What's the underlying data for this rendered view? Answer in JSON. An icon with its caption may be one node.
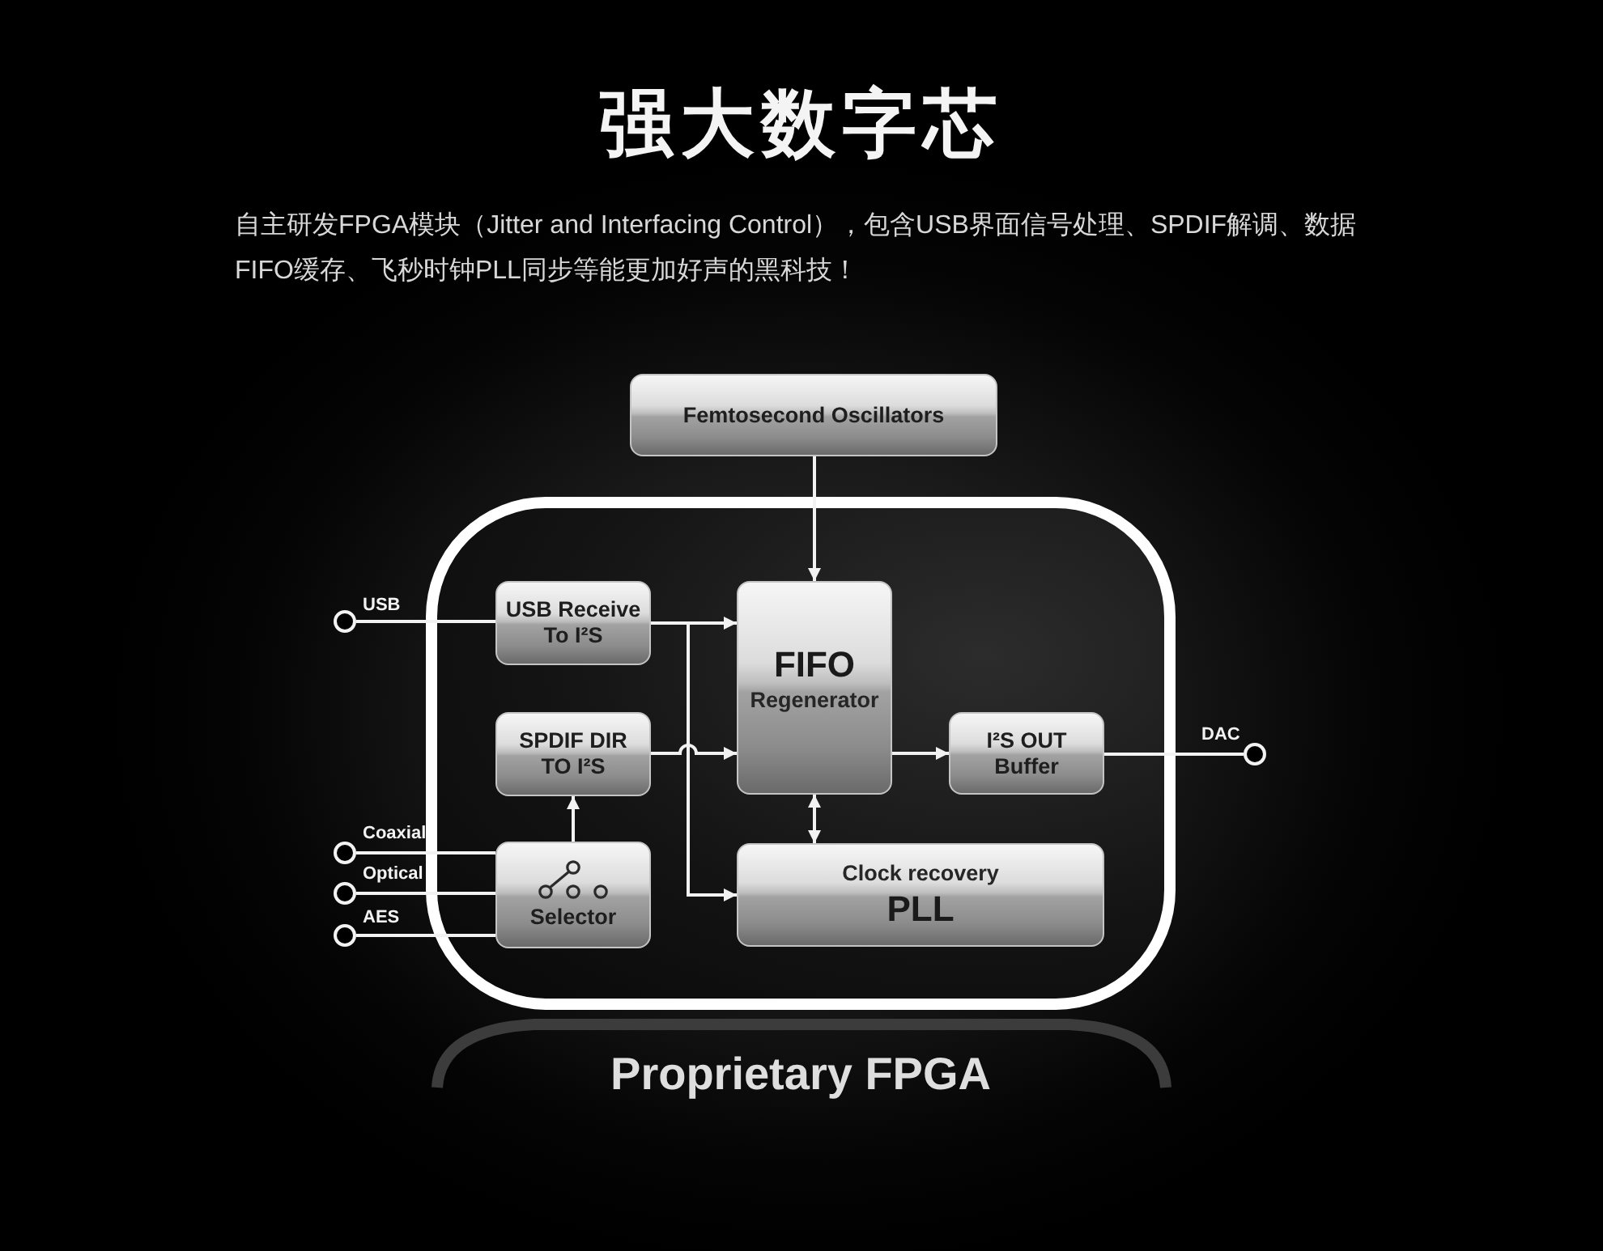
{
  "diagram": {
    "title": "强大数字芯",
    "nodes": [
      {
        "text": [
          "Femtosecond Oscillators"
        ]
      },
      {
        "text": [
          "Proprietary FPGA"
        ]
      },
      {
        "text": [],
        "shape": "circle",
        "beside": [
          "USB"
        ]
      },
      {
        "text": [
          "USB Receive To I²S"
        ],
        "in": 1
      },
      {
        "text": [
          "FIFO",
          "Regenerator"
        ],
        "in": 1
      },
      {
        "text": [
          "SPDIF DIR TO I²S"
        ],
        "in": 1
      },
      {
        "text": [
          "I²S OUT Buffer"
        ],
        "in": 1
      },
      {
        "text": [],
        "shape": "circle",
        "beside": [
          "DAC"
        ]
      },
      {
        "text": [],
        "shape": "circle",
        "beside": [
          "Coaxial"
        ]
      },
      {
        "text": [],
        "shape": "circle",
        "beside": [
          "Optical"
        ]
      },
      {
        "text": [],
        "shape": "circle",
        "beside": [
          "AES"
        ]
      },
      {
        "text": [
          "Selector"
        ],
        "in": 1
      },
      {
        "text": [
          "Clock recovery",
          "PLL"
        ],
        "in": 1
      }
    ],
    "edges": [
      {
        "from": 0,
        "to": 4,
        "arrow": "to"
      },
      {
        "from": 2,
        "to": 3,
        "arrow": "none"
      },
      {
        "from": 3,
        "to": 4,
        "arrow": "to"
      },
      {
        "from": 3,
        "to": 12,
        "arrow": "to"
      },
      {
        "from": 5,
        "to": 4,
        "arrow": "to"
      },
      {
        "from": 11,
        "to": 5,
        "arrow": "to"
      },
      {
        "from": 8,
        "to": 11,
        "arrow": "none"
      },
      {
        "from": 9,
        "to": 11,
        "arrow": "none"
      },
      {
        "from": 10,
        "to": 11,
        "arrow": "none"
      },
      {
        "from": 4,
        "to": 6,
        "arrow": "to"
      },
      {
        "from": 6,
        "to": 7,
        "arrow": "none"
      },
      {
        "from": 4,
        "to": 12,
        "arrow": "both"
      }
    ],
    "labels": [
      "自主研发FPGA模块（Jitter and Interfacing Control），包含USB界面信号处理、SPDIF解调、数据FIFO缓存、飞秒时钟PLL同步等能更加好声的黑科技！"
    ]
  }
}
